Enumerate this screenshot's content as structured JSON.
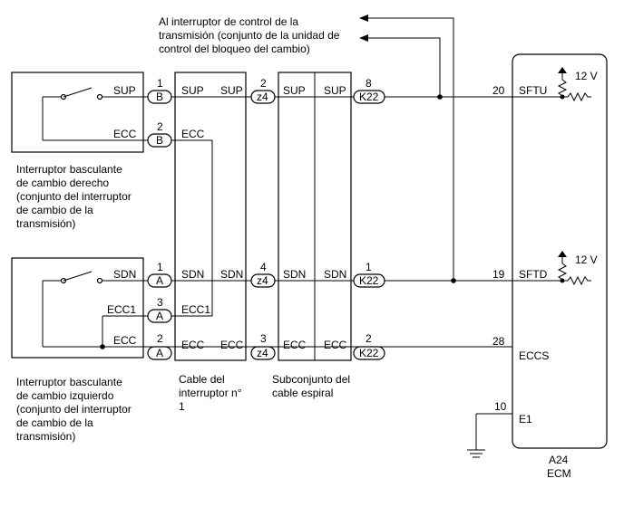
{
  "note_top": [
    "Al interruptor de control de la",
    "transmisión (conjunto de la unidad de",
    "control del bloqueo del cambio)"
  ],
  "right_switch_caption": [
    "Interruptor basculante",
    "de cambio derecho",
    "(conjunto del interruptor",
    "de cambio de la",
    "transmisión)"
  ],
  "left_switch_caption": [
    "Interruptor basculante",
    "de cambio izquierdo",
    "(conjunto del interruptor",
    "de cambio de la",
    "transmisión)"
  ],
  "cable1_caption": [
    "Cable del",
    "interruptor n°",
    "1"
  ],
  "spiral_caption": [
    "Subconjunto del",
    "cable espiral"
  ],
  "ecm": {
    "code": "A24",
    "name": "ECM",
    "supply_label": "12 V"
  },
  "signals": {
    "sup": "SUP",
    "ecc": "ECC",
    "sdn": "SDN",
    "ecc1": "ECC1",
    "sftu": "SFTU",
    "sftd": "SFTD",
    "eccs": "ECCS",
    "e1": "E1"
  },
  "connectors": {
    "b": "B",
    "a": "A",
    "z4": "z4",
    "k22": "K22"
  },
  "pins": {
    "b_sup": "1",
    "b_ecc": "2",
    "a_sdn": "1",
    "a_ecc1": "3",
    "a_ecc": "2",
    "z4_sup": "2",
    "z4_sdn": "4",
    "z4_ecc": "3",
    "k22_sup": "8",
    "k22_sdn": "1",
    "k22_ecc": "2",
    "ecm_sftu": "20",
    "ecm_sftd": "19",
    "ecm_eccs": "28",
    "ecm_e1": "10"
  }
}
